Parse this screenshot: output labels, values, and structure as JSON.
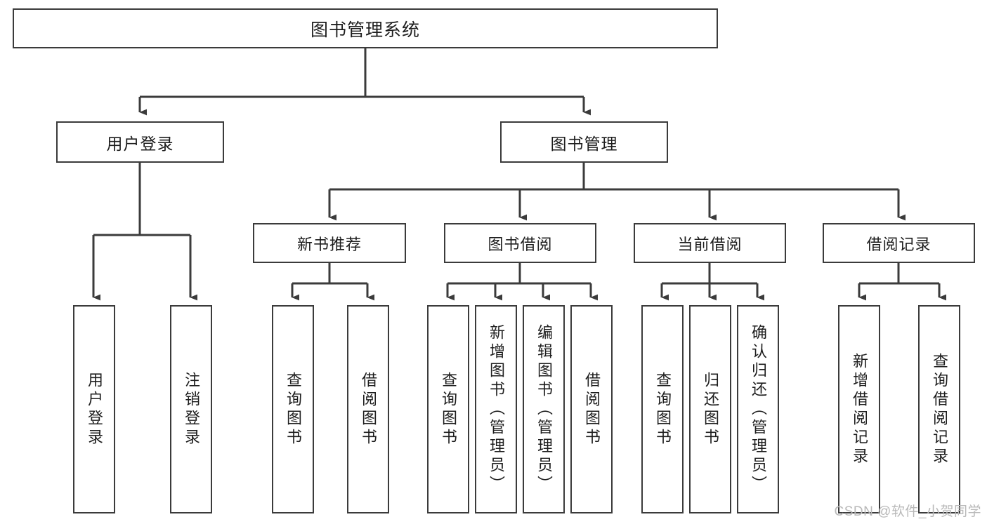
{
  "diagram": {
    "title_node": {
      "label": "图书管理系统"
    },
    "level1": [
      {
        "id": "user-login",
        "label": "用户登录"
      },
      {
        "id": "book-manage",
        "label": "图书管理"
      }
    ],
    "level2": [
      {
        "id": "new-book-recommend",
        "label": "新书推荐"
      },
      {
        "id": "book-borrow",
        "label": "图书借阅"
      },
      {
        "id": "current-borrow",
        "label": "当前借阅"
      },
      {
        "id": "borrow-record",
        "label": "借阅记录"
      }
    ],
    "leaves": [
      {
        "id": "leaf-user-login",
        "label": "用户登录",
        "parent": "user-login"
      },
      {
        "id": "leaf-logout",
        "label": "注销登录",
        "parent": "user-login"
      },
      {
        "id": "leaf-query-book-1",
        "label": "查询图书",
        "parent": "new-book-recommend"
      },
      {
        "id": "leaf-borrow-book-1",
        "label": "借阅图书",
        "parent": "new-book-recommend"
      },
      {
        "id": "leaf-query-book-2",
        "label": "查询图书",
        "parent": "book-borrow"
      },
      {
        "id": "leaf-add-book",
        "label": "新增图书（管理员）",
        "parent": "book-borrow"
      },
      {
        "id": "leaf-edit-book",
        "label": "编辑图书（管理员）",
        "parent": "book-borrow"
      },
      {
        "id": "leaf-borrow-book-2",
        "label": "借阅图书",
        "parent": "book-borrow"
      },
      {
        "id": "leaf-query-book-3",
        "label": "查询图书",
        "parent": "current-borrow"
      },
      {
        "id": "leaf-return-book",
        "label": "归还图书",
        "parent": "current-borrow"
      },
      {
        "id": "leaf-confirm-return",
        "label": "确认归还（管理员）",
        "parent": "current-borrow"
      },
      {
        "id": "leaf-add-record",
        "label": "新增借阅记录",
        "parent": "borrow-record"
      },
      {
        "id": "leaf-query-record",
        "label": "查询借阅记录",
        "parent": "borrow-record"
      }
    ],
    "watermark": "CSDN @软件_小贺同学",
    "colors": {
      "stroke": "#3b3b3b",
      "background": "#ffffff",
      "text": "#1d1d1d",
      "watermark": "#b9b9b9"
    }
  }
}
